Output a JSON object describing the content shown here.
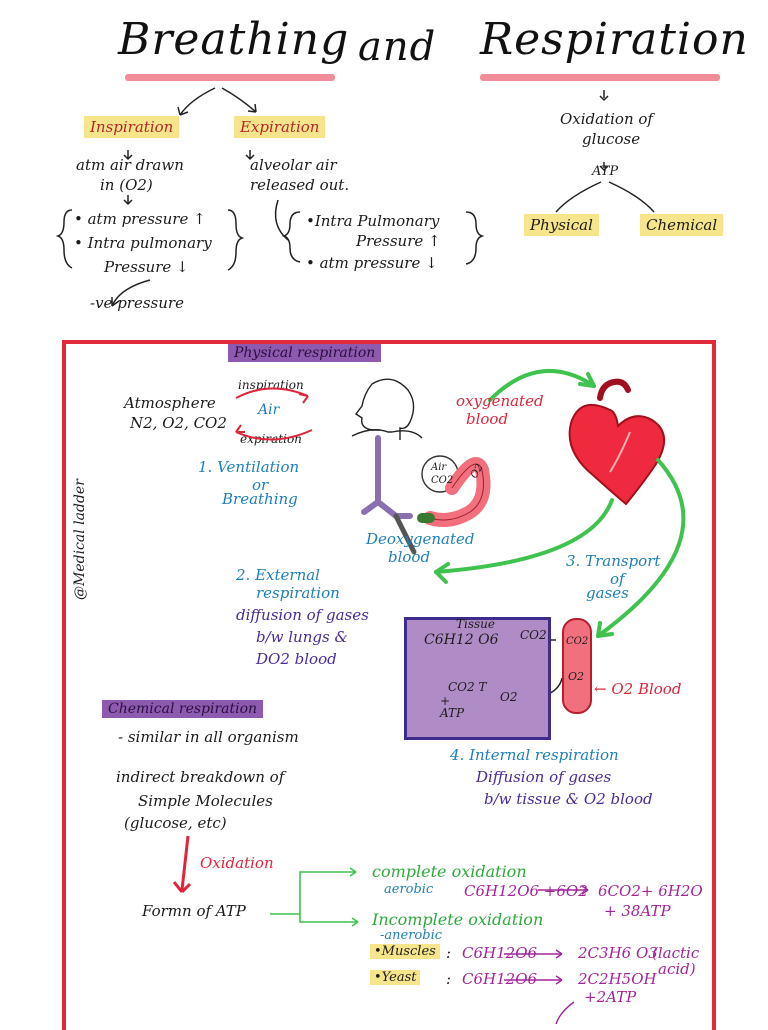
{
  "title": {
    "part1": "Breathing",
    "part2": "and",
    "part3": "Respiration"
  },
  "top": {
    "inspiration": {
      "label": "Inspiration",
      "line1": "atm air drawn",
      "line2": "in (O2)",
      "bullet1": "• atm pressure ↑",
      "bullet2": "• Intra pulmonary",
      "bullet2b": "Pressure ↓",
      "result": "-ve pressure"
    },
    "expiration": {
      "label": "Expiration",
      "line1": "alveolar air",
      "line2": "released out.",
      "bullet1": "•Intra Pulmonary",
      "bullet1b": "Pressure ↑",
      "bullet2": "• atm pressure ↓"
    },
    "respiration": {
      "line1": "Oxidation of",
      "line2": "glucose",
      "atp": "ATP",
      "physical": "Physical",
      "chemical": "Chemical"
    }
  },
  "watermark": "@Medical ladder",
  "physical": {
    "heading": "Physical respiration",
    "atmosphere": "Atmosphere",
    "gases": "N2, O2, CO2",
    "inspiration": "inspiration",
    "air": "Air",
    "expiration": "expiration",
    "step1a": "1. Ventilation",
    "step1b": "or",
    "step1c": "Breathing",
    "oxygenated1": "oxygenated",
    "oxygenated2": "blood",
    "deoxy1": "Deoxygenated",
    "deoxy2": "blood",
    "lung_air": "Air",
    "lung_co2": "CO2",
    "lung_o2": "O2",
    "step2a": "2. External",
    "step2b": "respiration",
    "step2c": "diffusion of gases",
    "step2d": "b/w lungs &",
    "step2e": "DO2 blood",
    "step3a": "3. Transport",
    "step3b": "of",
    "step3c": "gases",
    "tissue": "Tissue",
    "glucose": "C6H12 O6",
    "down_arrow": "↓",
    "co2_t": "CO2 T",
    "plus": "+",
    "atp": "ATP",
    "co2": "CO2",
    "o2": "O2",
    "vessel_co2": "CO2",
    "vessel_o2": "O2",
    "o2_blood": "← O2 Blood",
    "step4a": "4. Internal respiration",
    "step4b": "Diffusion of gases",
    "step4c": "b/w tissue & O2 blood"
  },
  "chemical": {
    "heading": "Chemical respiration",
    "line1": "- similar in all organism",
    "line2": "indirect breakdown of",
    "line3": "Simple Molecules",
    "line4": "(glucose, etc)",
    "oxidation": "Oxidation",
    "formation": "Formn of ATP",
    "complete": "complete oxidation",
    "aerobic": "aerobic",
    "aerobic_eq_left": "C6H12O6 +6O2",
    "aerobic_eq_right1": "6CO2+ 6H2O",
    "aerobic_eq_right2": "+ 38ATP",
    "incomplete": "Incomplete oxidation",
    "anaerobic": "-anerobic",
    "muscles": "•Muscles",
    "colon1": ":",
    "muscles_left": "C6H12O6",
    "muscles_right": "2C3H6 O3",
    "lactic1": "(lactic",
    "lactic2": "acid)",
    "yeast": "•Yeast",
    "colon2": ":",
    "yeast_left": "C6H12O6",
    "yeast_right1": "2C2H5OH",
    "yeast_right2": "+2ATP"
  },
  "colors": {
    "frame": "#e02a3a",
    "highlight_yellow": "#f7e58c",
    "highlight_purple": "#8e5ab0",
    "arrow_green": "#3fc24e"
  }
}
